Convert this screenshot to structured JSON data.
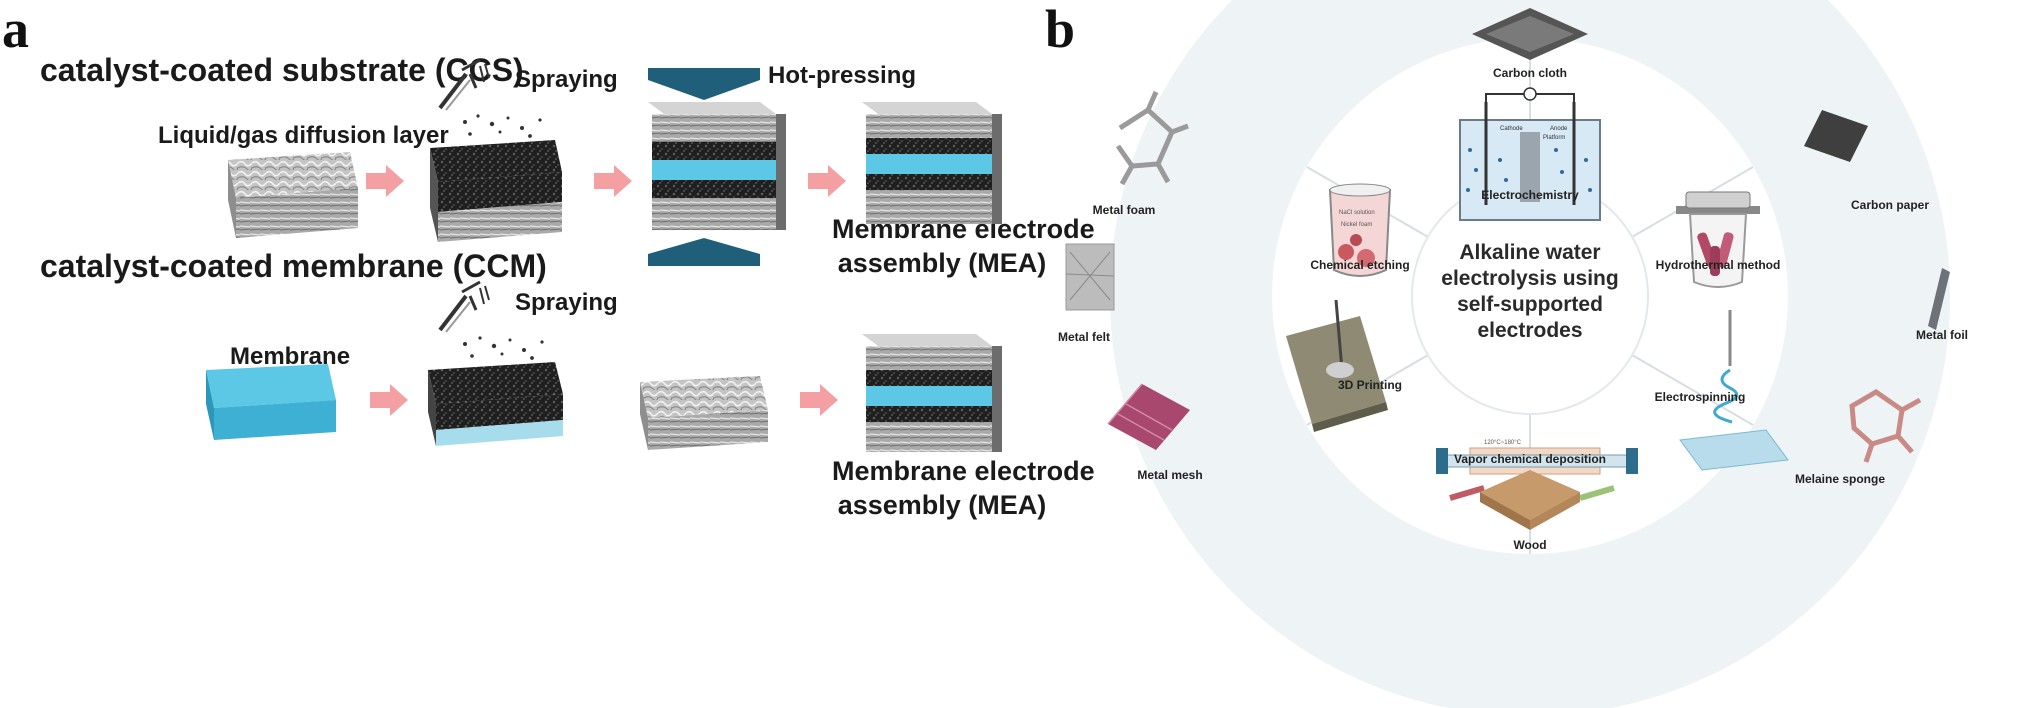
{
  "panel_a": {
    "label": "a",
    "ccs_title": "catalyst-coated substrate (CCS)",
    "ccm_title": "catalyst-coated membrane (CCM)",
    "spraying_1": "Spraying",
    "spraying_2": "Spraying",
    "hot_pressing": "Hot-pressing",
    "gdl_label": "Liquid/gas diffusion layer",
    "membrane_label": "Membrane",
    "mea_1": [
      "Membrane electrode",
      "assembly (MEA)"
    ],
    "mea_2": [
      "Membrane electrode",
      "assembly (MEA)"
    ]
  },
  "panel_b": {
    "label": "b",
    "center": [
      "Alkaline water",
      "electrolysis using",
      "self-supported",
      "electrodes"
    ],
    "methods": {
      "electrochemistry": "Electrochemistry",
      "chemical_etching": "Chemical etching",
      "hydrothermal": "Hydrothermal method",
      "printing_3d": "3D Printing",
      "electrospinning": "Electrospinning",
      "vapor_deposition": "Vapor chemical deposition"
    },
    "substrates": {
      "carbon_cloth": "Carbon cloth",
      "carbon_paper": "Carbon paper",
      "metal_foam": "Metal foam",
      "metal_felt": "Metal felt",
      "metal_foil": "Metal foil",
      "metal_mesh": "Metal mesh",
      "melaine_sponge": "Melaine sponge",
      "wood": "Wood"
    },
    "inner_texts": {
      "beaker_1": "NaCl solution",
      "beaker_2": "Nickel foam",
      "cathode": "Cathode",
      "anode": "Anode",
      "platform": "Platform",
      "temp": "120°C~180°C"
    }
  },
  "colors": {
    "arrow_pink": "#f4a0a3",
    "press_arrow": "#1f5f7a",
    "membrane_cyan": "#5cc8e6",
    "catalyst_black": "#1e1e1e",
    "gdl_grey": "#c9c9c9",
    "circle_bg": "#eef3f6"
  }
}
